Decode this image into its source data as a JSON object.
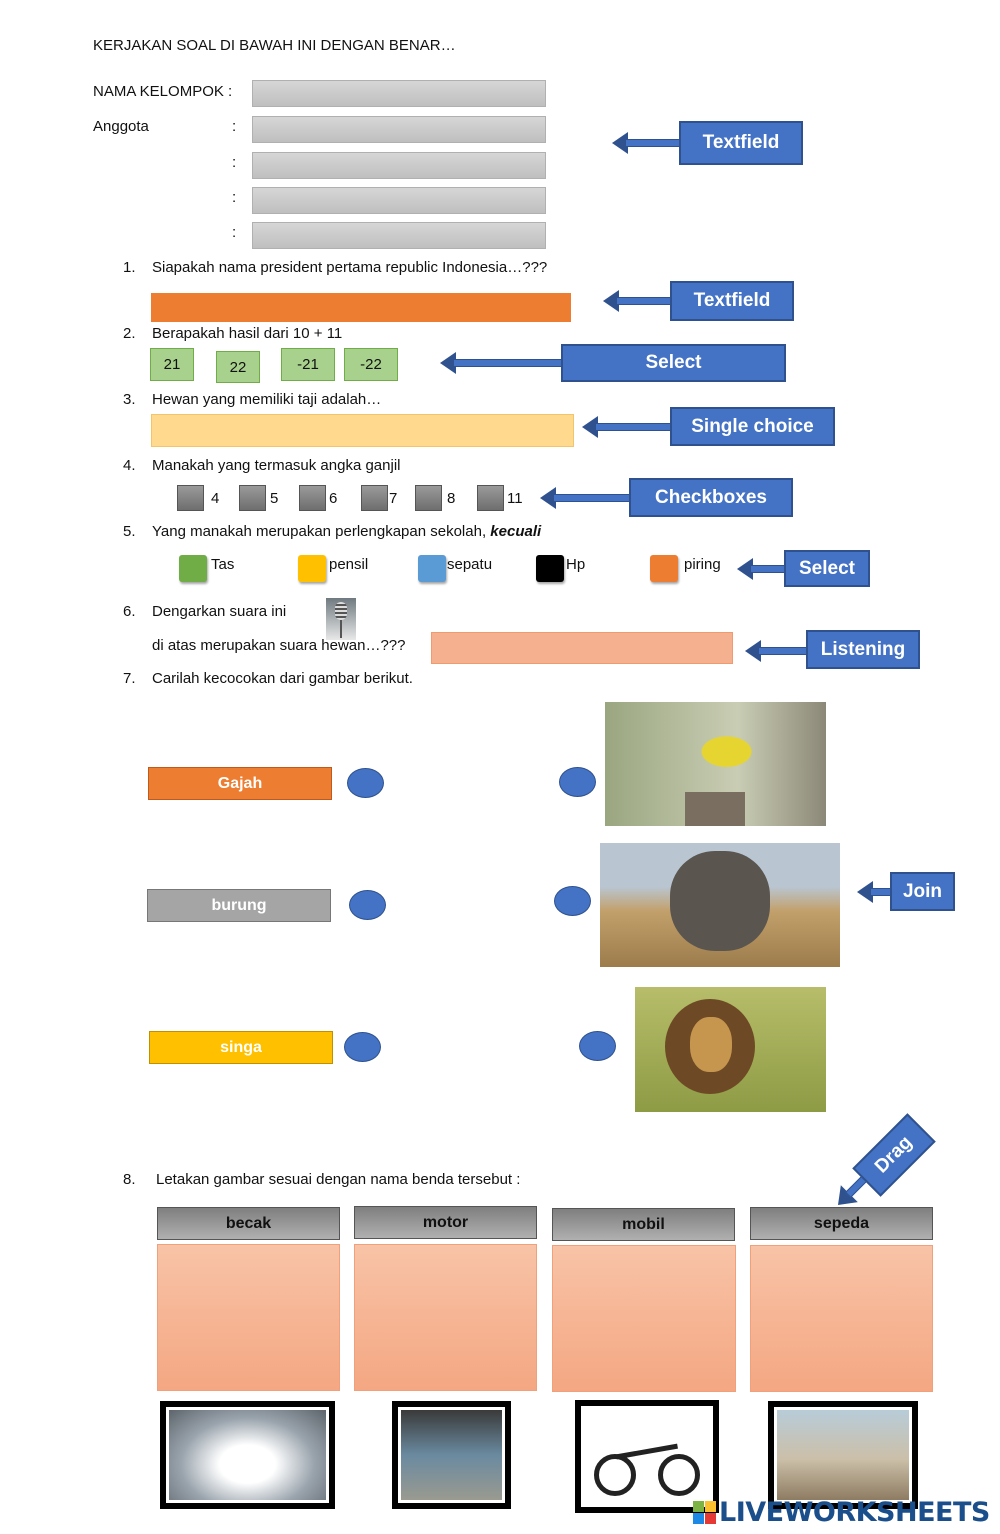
{
  "title": "KERJAKAN SOAL DI BAWAH INI DENGAN BENAR…",
  "identity": {
    "group_label": "NAMA KELOMPOK :",
    "members_label": "Anggota",
    "colon": ":"
  },
  "callouts": {
    "textfield1": "Textfield",
    "textfield2": "Textfield",
    "select1": "Select",
    "single_choice": "Single choice",
    "checkboxes": "Checkboxes",
    "select2": "Select",
    "listening": "Listening",
    "join": "Join",
    "drag": "Drag"
  },
  "questions": {
    "q1": {
      "num": "1.",
      "text": "Siapakah nama president pertama republic Indonesia…???"
    },
    "q2": {
      "num": "2.",
      "text": "Berapakah hasil dari 10 + 11",
      "options": [
        "21",
        "22",
        "-21",
        "-22"
      ]
    },
    "q3": {
      "num": "3.",
      "text": "Hewan yang memiliki taji adalah…"
    },
    "q4": {
      "num": "4.",
      "text": "Manakah yang termasuk angka ganjil",
      "options": [
        "4",
        "5",
        "6",
        "7",
        "8",
        "11"
      ]
    },
    "q5": {
      "num": "5.",
      "text": "Yang manakah merupakan perlengkapan sekolah, ",
      "emphasis": "kecuali",
      "options": [
        {
          "label": "Tas",
          "color": "#70ad47"
        },
        {
          "label": "pensil",
          "color": "#ffc000"
        },
        {
          "label": "sepatu",
          "color": "#5b9bd5"
        },
        {
          "label": "Hp",
          "color": "#000000"
        },
        {
          "label": "piring",
          "color": "#ed7d31"
        }
      ]
    },
    "q6": {
      "num": "6.",
      "text": "Dengarkan suara ini",
      "text2": "di atas merupakan suara hewan…???"
    },
    "q7": {
      "num": "7.",
      "text": "Carilah kecocokan dari gambar berikut.",
      "words": [
        "Gajah",
        "burung",
        "singa"
      ]
    },
    "q8": {
      "num": "8.",
      "text": "Letakan gambar sesuai dengan nama benda tersebut :",
      "categories": [
        "becak",
        "motor",
        "mobil",
        "sepeda"
      ]
    }
  },
  "logo": {
    "text": "LIVEWORKSHEETS"
  }
}
